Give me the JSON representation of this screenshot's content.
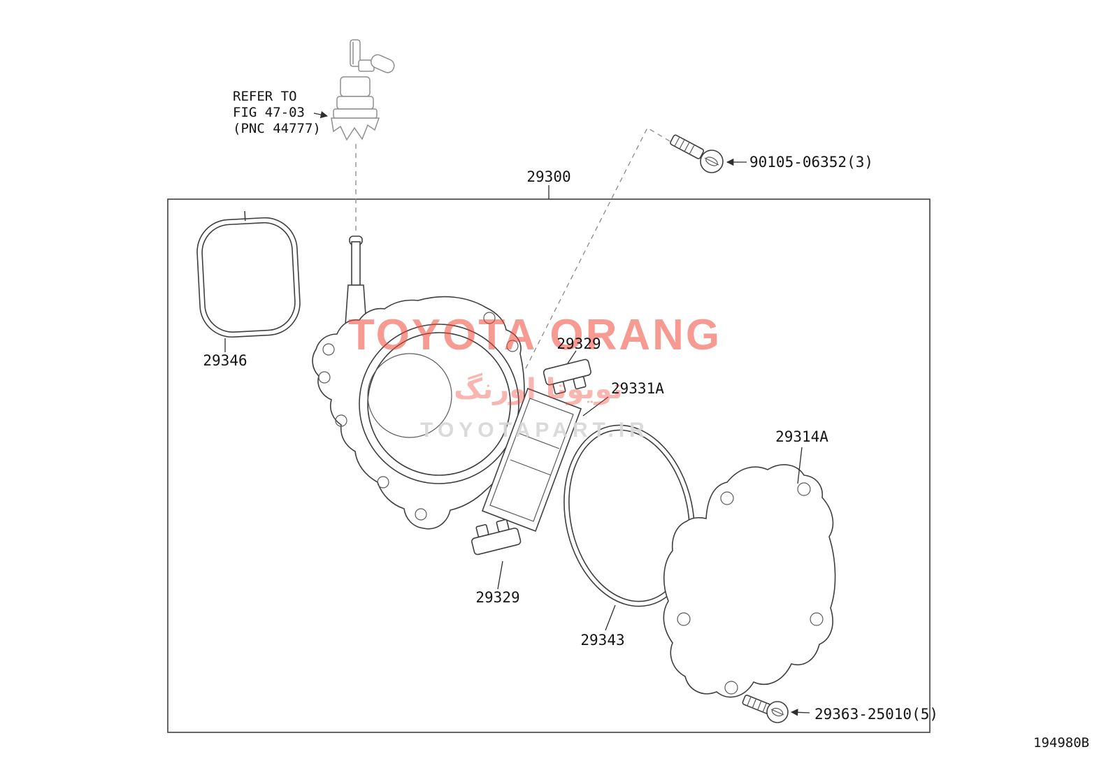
{
  "diagram": {
    "refer_note": {
      "line1": "REFER TO",
      "line2": "FIG 47-03",
      "line3": "(PNC 44777)"
    },
    "labels": {
      "assembly": "29300",
      "bolt_top": "90105-06352(3)",
      "gasket": "29346",
      "connector_top": "29329",
      "valve_body": "29331A",
      "connector_bottom": "29329",
      "oring": "29343",
      "cover": "29314A",
      "bolt_bottom": "29363-25010(5)"
    },
    "watermark": {
      "title": "TOYOTA ORANG",
      "persian": "تویوتا اورنگ",
      "site": "TOYOTAPART.IR"
    },
    "code": "194980B",
    "colors": {
      "line": "#3f3f3f",
      "watermark_red": "#f1483a",
      "watermark_gray": "#d6d6d6"
    }
  }
}
